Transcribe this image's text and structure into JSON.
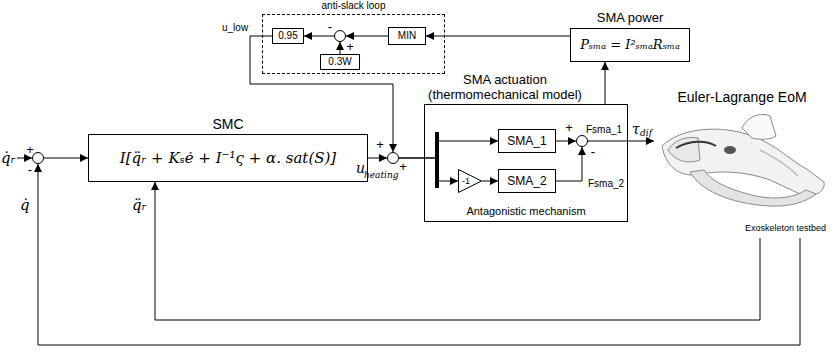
{
  "diagram": {
    "nodes": [
      {
        "text": [
          "+",
          "-"
        ]
      },
      {
        "text": [
          "SMC",
          "I[q̈ᵣ + Kₛė + I⁻¹ς + α. sat(S)]"
        ]
      },
      {
        "text": [
          "anti-slack loop"
        ]
      },
      {
        "text": [
          "0.95"
        ],
        "in": 2
      },
      {
        "text": [
          "-",
          "+"
        ],
        "in": 2
      },
      {
        "text": [
          "MIN"
        ],
        "in": 2
      },
      {
        "text": [
          "0.3W"
        ],
        "in": 2
      },
      {
        "text": [
          "SMA power",
          "Pₛₘₐ = I²ₛₘₐRₛₘₐ"
        ]
      },
      {
        "text": [
          "+",
          "+"
        ]
      },
      {
        "text": [
          "SMA actuation (thermomechanical model)",
          "Antagonistic mechanism"
        ]
      },
      {
        "text": [
          "SMA_1"
        ],
        "in": 9
      },
      {
        "text": [
          "-1"
        ],
        "in": 9
      },
      {
        "text": [
          "SMA_2"
        ],
        "in": 9
      },
      {
        "text": [
          "+",
          "-"
        ],
        "in": 9
      },
      {
        "text": [
          "Euler-Lagrange EoM",
          "Exoskeleton testbed"
        ]
      }
    ],
    "edges": [
      {
        "from": 0,
        "to": 1,
        "arrow": "to"
      },
      {
        "from": 1,
        "to": 8,
        "arrow": "to"
      },
      {
        "from": 8,
        "to": 10,
        "arrow": "to"
      },
      {
        "from": 8,
        "to": 11,
        "arrow": "to"
      },
      {
        "from": 11,
        "to": 12,
        "arrow": "to"
      },
      {
        "from": 10,
        "to": 13,
        "arrow": "to"
      },
      {
        "from": 12,
        "to": 13,
        "arrow": "to"
      },
      {
        "from": 13,
        "to": 14,
        "arrow": "to"
      },
      {
        "from": 9,
        "to": 7,
        "arrow": "to"
      },
      {
        "from": 7,
        "to": 5,
        "arrow": "to"
      },
      {
        "from": 5,
        "to": 4,
        "arrow": "to"
      },
      {
        "from": 6,
        "to": 4,
        "arrow": "to"
      },
      {
        "from": 4,
        "to": 3,
        "arrow": "to"
      },
      {
        "from": 3,
        "to": 8,
        "arrow": "to"
      },
      {
        "from": 14,
        "to": 0,
        "arrow": "to"
      },
      {
        "from": 14,
        "to": 1,
        "arrow": "to"
      }
    ],
    "labels": [
      "q̇ᵣ",
      "u_low",
      "u",
      "heating",
      "Fsma_1",
      "Fsma_2",
      "τ",
      "dif",
      "q̇",
      "q̈ᵣ"
    ]
  }
}
